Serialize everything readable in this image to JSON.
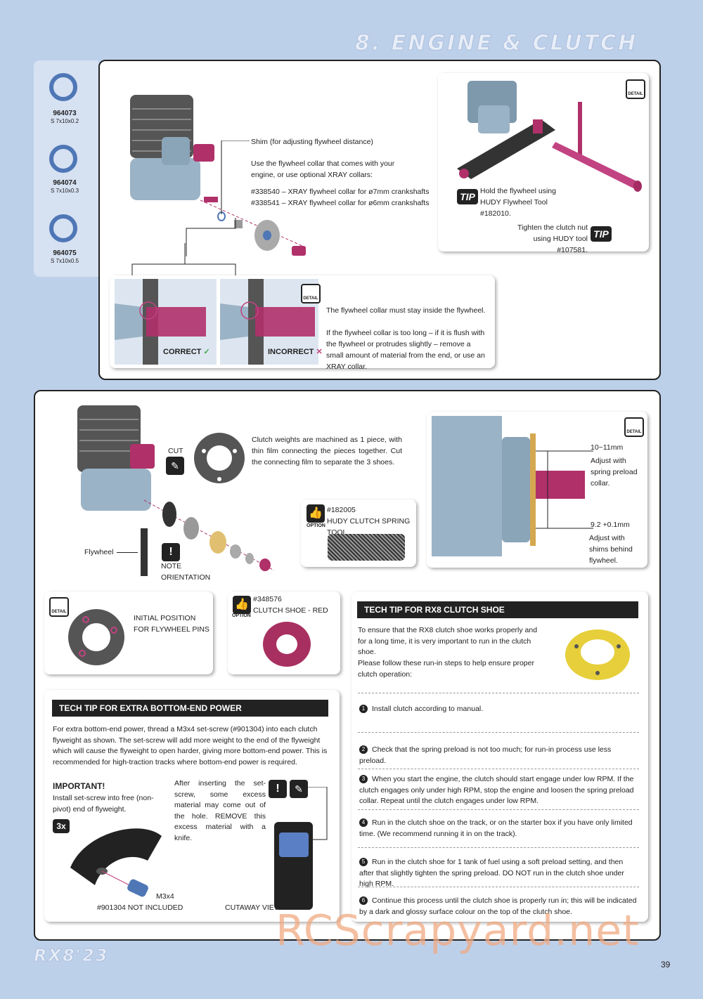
{
  "header": {
    "section_title": "8. ENGINE & CLUTCH"
  },
  "shims": [
    {
      "code": "964073",
      "size": "S 7x10x0.2"
    },
    {
      "code": "964074",
      "size": "S 7x10x0.3"
    },
    {
      "code": "964075",
      "size": "S 7x10x0.5"
    }
  ],
  "flywheel": {
    "shim_label": "Shim (for adjusting flywheel distance)",
    "collar_intro": "Use the flywheel collar that comes with your engine, or use optional XRAY collars:",
    "collar_1": "#338540 – XRAY flywheel collar for ø7mm crankshafts",
    "collar_2": "#338541 – XRAY flywheel collar for ø6mm crankshafts",
    "tip_hold": "Hold the flywheel using HUDY Flywheel Tool #182010.",
    "tip_tighten": "Tighten the clutch nut using HUDY tool #107581.",
    "tip_badge": "TIP",
    "detail_badge": "DETAIL",
    "correct_label": "CORRECT",
    "incorrect_label": "INCORRECT",
    "collar_note": "The flywheel collar must stay inside the flywheel.",
    "collar_note_2": "If the flywheel collar is too long – if it is flush with the flywheel or protrudes slightly – remove a small amount of material from the end, or use an XRAY collar."
  },
  "clutch": {
    "cut_label": "CUT",
    "weights_note": "Clutch weights are machined as 1 piece, with thin film connecting the pieces together. Cut the connecting film to separate the 3 shoes.",
    "flywheel_label": "Flywheel",
    "note_orientation": "NOTE ORIENTATION",
    "option_badge": "OPTION",
    "spring_tool_code": "#182005",
    "spring_tool_name": "HUDY CLUTCH SPRING TOOL",
    "dim_1": "10~11mm",
    "dim_1_note": "Adjust with spring preload collar.",
    "dim_2": "9.2 +0.1mm",
    "dim_2_note": "Adjust with shims behind flywheel.",
    "initial_position": "INITIAL POSITION FOR FLYWHEEL PINS",
    "shoe_code": "#348576",
    "shoe_name": "CLUTCH SHOE - RED"
  },
  "extra_power": {
    "title": "TECH TIP FOR EXTRA BOTTOM-END POWER",
    "body": "For extra bottom-end power, thread a M3x4 set-screw (#901304) into each clutch flyweight as shown. The set-screw will add more weight to the end of the flyweight which will cause the flyweight to open harder, giving more bottom-end power. This is recommended for high-traction tracks where bottom-end power is required.",
    "important": "IMPORTANT!",
    "important_body": "Install set-screw into free (non-pivot) end of flyweight.",
    "qty": "3x",
    "after_note": "After inserting the set-screw, some excess material may come out of the hole. REMOVE this excess material with a knife.",
    "screw_label": "M3x4",
    "screw_code": "#901304 NOT INCLUDED",
    "cutaway": "CUTAWAY VIEW"
  },
  "rx8_tip": {
    "title": "TECH TIP FOR RX8 CLUTCH SHOE",
    "intro_1": "To ensure that the RX8 clutch shoe works properly and for a long time, it is very important to run in the clutch shoe.",
    "intro_2": "Please follow these run-in steps to help ensure proper clutch operation:",
    "steps": [
      "Install clutch according to manual.",
      "Check that the spring preload is not too much; for run-in process use less preload.",
      "When you start the engine, the clutch should start engage under low RPM. If the clutch engages only under high RPM, stop the engine and loosen the spring preload collar. Repeat until the clutch engages under low RPM.",
      "Run in the clutch shoe on the track, or on the starter box if you have only limited time. (We recommend running it in on the track).",
      "Run in the clutch shoe for 1 tank of fuel using a soft preload setting, and then after that slightly tighten the spring preload. DO NOT run in the clutch shoe under high RPM.",
      "Continue this process until the clutch shoe is properly run in; this will be indicated by a dark and glossy surface colour on the top of the clutch shoe."
    ]
  },
  "footer": {
    "logo": "RX8'23",
    "page": "39",
    "watermark": "RCScrapyard.net"
  },
  "colors": {
    "background": "#bdd0ea",
    "part_pink": "#b0306a",
    "accent_blue": "#4f77b6"
  }
}
